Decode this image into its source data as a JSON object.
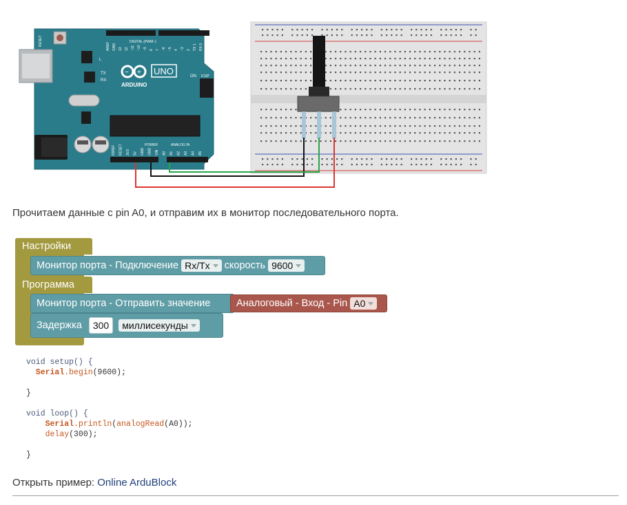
{
  "description": "Прочитаем данные с pin A0, и отправим их в монитор последовательного порта.",
  "board": {
    "name_label": "UNO",
    "brand_label": "ARDUINO",
    "on_label": "ON",
    "icsp_label": "ICSP",
    "reset_label": "RESET",
    "digital_label": "DIGITAL (PWM~)",
    "power_label": "POWER",
    "analog_label": "ANALOG IN",
    "l_label": "L",
    "tx_label": "TX",
    "rx_label": "RX",
    "pins_digital": [
      "AREF",
      "GND",
      "13",
      "12",
      "~11",
      "~10",
      "~9",
      "8",
      "7",
      "~6",
      "~5",
      "4",
      "~3",
      "2",
      "TX 1",
      "RX 0"
    ],
    "pins_bottom": [
      "IOREF",
      "RESET",
      "3V3",
      "5V",
      "GND",
      "GND",
      "VIN",
      "A0",
      "A1",
      "A2",
      "A3",
      "A4",
      "A5"
    ]
  },
  "blocks": {
    "setup_header": "Настройки",
    "serial_connect": {
      "label": "Монитор порта - Подключение",
      "port": "Rx/Tx",
      "speed_label": "скорость",
      "speed": "9600"
    },
    "program_header": "Программа",
    "serial_send": {
      "label": "Монитор порта - Отправить значение",
      "input_label": "Аналоговый - Вход - Pin",
      "pin": "A0"
    },
    "delay": {
      "label": "Задержка",
      "value": "300",
      "unit": "миллисекунды"
    }
  },
  "code": {
    "setup_sig": "void setup() {",
    "setup_body_obj": "Serial",
    "setup_body_fn": ".begin",
    "setup_body_args": "(9600);",
    "close1": "}",
    "loop_sig": "void loop() {",
    "loop_l1_obj": "Serial",
    "loop_l1_fn": ".println",
    "loop_l1_mid": "(",
    "loop_l1_fn2": "analogRead",
    "loop_l1_args": "(A0));",
    "loop_l2_fn": "delay",
    "loop_l2_args": "(300);",
    "close2": "}"
  },
  "footer": {
    "open_label": "Открыть пример: ",
    "link_label": "Online ArduBlock"
  },
  "colors": {
    "board": "#2a7c8a",
    "olive": "#a3993f",
    "teal": "#5f9da6",
    "brown": "#a9574c",
    "wire_red": "#d33",
    "wire_green": "#2aa44a",
    "wire_black": "#111111"
  }
}
